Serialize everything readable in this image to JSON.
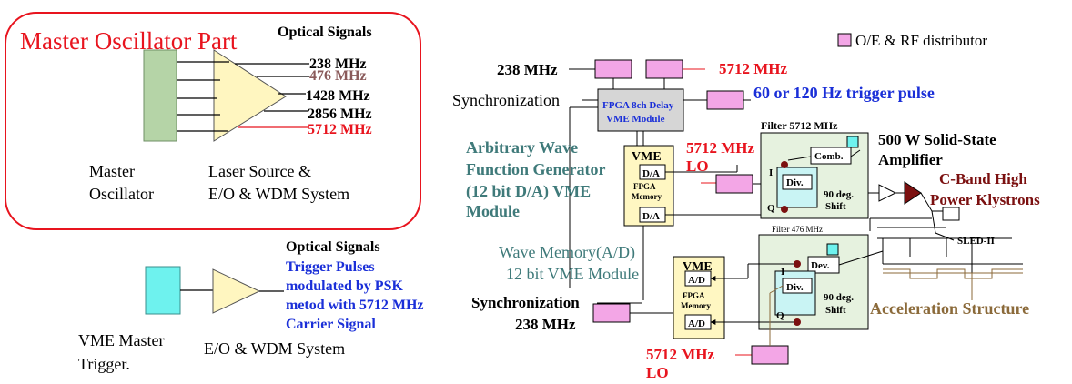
{
  "colors": {
    "red": "#e8141e",
    "blue": "#1a2fd8",
    "teal": "#3f7a7a",
    "brown": "#8b6a3a",
    "dark_red": "#7b1010",
    "pink_box": "#f3a6e6",
    "green_box": "#b5d4a7",
    "green_panel": "#e6f2df",
    "yellow_box": "#fff7c2",
    "cyan_box": "#6ef2ee",
    "light_cyan": "#c9f4f4",
    "amp_yellow": "#fff6c0",
    "gray_box": "#d6d6d6",
    "klystron": "#7b1010",
    "muted_476": "#8a5a5a"
  },
  "left": {
    "master_part_title": "Master Oscillator Part",
    "optical_signals_top": "Optical Signals",
    "frequencies": [
      "238 MHz",
      "476 MHz",
      "1428 MHz",
      "2856 MHz",
      "5712 MHz"
    ],
    "master_label_1": "Master",
    "master_label_2": "Oscillator",
    "laser_label_1": "Laser Source &",
    "laser_label_2": "E/O & WDM System",
    "optical_signals_bottom": "Optical Signals",
    "trigger_text": [
      "Trigger Pulses",
      "modulated by PSK",
      "metod with 5712 MHz",
      "Carrier Signal"
    ],
    "vme_master_1": "VME Master",
    "vme_master_2": "Trigger.",
    "eo_wdm_bottom": "E/O & WDM System"
  },
  "right": {
    "legend_label": "O/E & RF distributor",
    "freq_238_top": "238 MHz",
    "freq_5712_top": "5712 MHz",
    "sync_top": "Synchronization",
    "fpga_delay_1": "FPGA 8ch Delay",
    "fpga_delay_2": "VME Module",
    "trigger_pulse": "60 or 120 Hz trigger pulse",
    "awg_text": [
      "Arbitrary Wave",
      "Function Generator",
      "(12 bit D/A) VME",
      "Module"
    ],
    "vme_top_title": "VME",
    "da_label": "D/A",
    "fpga_memory_1": "FPGA",
    "fpga_memory_2": "Memory",
    "lo_5712_top_1": "5712 MHz",
    "lo_5712_top_2": "LO",
    "filter_5712": "Filter 5712 MHz",
    "comb": "Comb.",
    "div": "Div.",
    "i_label": "I",
    "q_label": "Q",
    "shift_90_1": "90 deg.",
    "shift_90_2": "Shift",
    "amp_title_1": "500 W Solid-State",
    "amp_title_2": "Amplifier",
    "klystron_1": "C-Band High",
    "klystron_2": "Power Klystrons",
    "filter_476": "Filter 476 MHz",
    "wave_memory_1": "Wave Memory(A/D)",
    "wave_memory_2": "12 bit VME Module",
    "vme_bottom_title": "VME",
    "ad_label": "A/D",
    "dev": "Dev.",
    "sled": "SLED-II",
    "sync_bottom": "Synchronization",
    "freq_238_bottom": "238 MHz",
    "acceleration": "Acceleration Structure",
    "lo_5712_bottom_1": "5712 MHz",
    "lo_5712_bottom_2": "LO"
  }
}
